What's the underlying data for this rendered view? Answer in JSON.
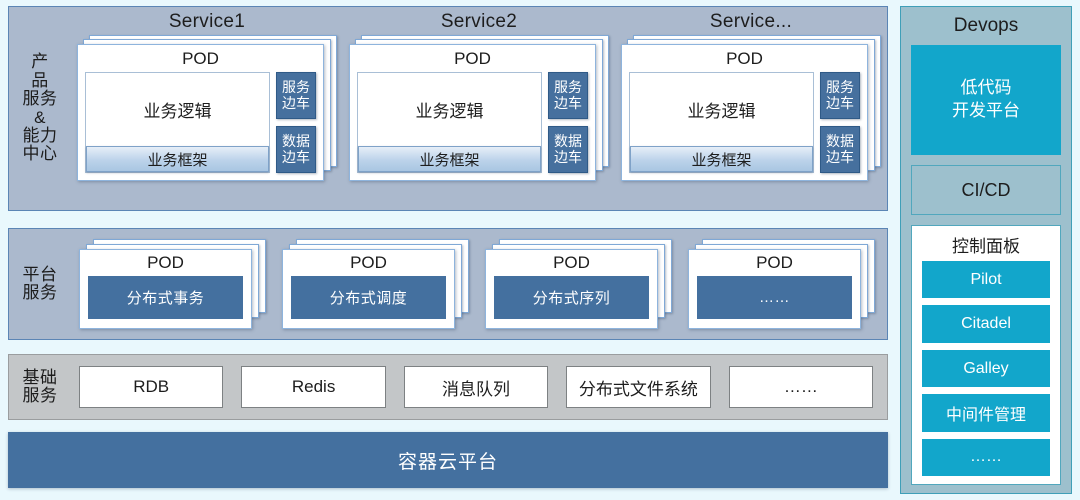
{
  "diagram": {
    "rows": [
      {
        "id": "product-service-capability-center",
        "label_lines": [
          "产",
          "品",
          "服",
          "务",
          "&",
          "能",
          "力",
          "中",
          "心"
        ],
        "label_text": "产品服务&能力中心",
        "services": [
          {
            "title": "Service1",
            "pod_title": "POD",
            "business_logic": "业务逻辑",
            "business_framework": "业务框架",
            "sidecars": [
              {
                "line1": "服务",
                "line2": "边车"
              },
              {
                "line1": "数据",
                "line2": "边车"
              }
            ]
          },
          {
            "title": "Service2",
            "pod_title": "POD",
            "business_logic": "业务逻辑",
            "business_framework": "业务框架",
            "sidecars": [
              {
                "line1": "服务",
                "line2": "边车"
              },
              {
                "line1": "数据",
                "line2": "边车"
              }
            ]
          },
          {
            "title": "Service...",
            "pod_title": "POD",
            "business_logic": "业务逻辑",
            "business_framework": "业务框架",
            "sidecars": [
              {
                "line1": "服务",
                "line2": "边车"
              },
              {
                "line1": "数据",
                "line2": "边车"
              }
            ]
          }
        ]
      },
      {
        "id": "platform-services",
        "label_lines": [
          "平",
          "台",
          "服",
          "务"
        ],
        "label_text": "平台服务",
        "pods": [
          {
            "pod_title": "POD",
            "name": "分布式事务"
          },
          {
            "pod_title": "POD",
            "name": "分布式调度"
          },
          {
            "pod_title": "POD",
            "name": "分布式序列"
          },
          {
            "pod_title": "POD",
            "name": "……"
          }
        ]
      },
      {
        "id": "infrastructure-services",
        "label_lines": [
          "基",
          "础",
          "服",
          "务"
        ],
        "label_text": "基础服务",
        "items": [
          "RDB",
          "Redis",
          "消息队列",
          "分布式文件系统",
          "……"
        ]
      }
    ],
    "container_platform": "容器云平台"
  },
  "devops": {
    "title": "Devops",
    "lowcode": {
      "line1": "低代码",
      "line2": "开发平台"
    },
    "cicd": "CI/CD",
    "control_panel": {
      "title": "控制面板",
      "items": [
        "Pilot",
        "Citadel",
        "Galley",
        "中间件管理",
        "……"
      ]
    }
  },
  "colors": {
    "page_background": "#e9f8fd",
    "band_bluegray": "#abb9cd",
    "band_gray": "#c3c6c8",
    "deep_blue": "#44709f",
    "sidecar_blue": "#46709e",
    "devops_panel": "#9dc0cd",
    "accent_cyan": "#12a6cb",
    "panel_border": "#5b85b5",
    "devops_border": "#3f9fb8"
  }
}
